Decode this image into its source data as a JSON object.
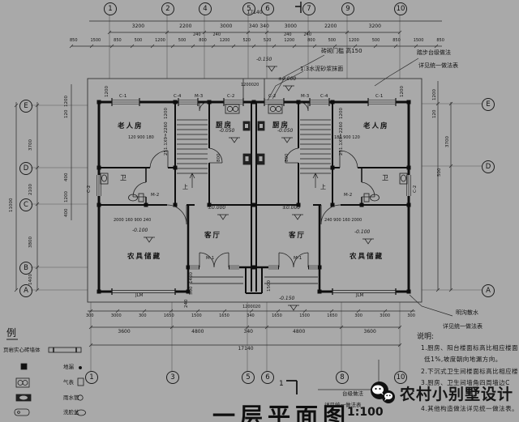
{
  "meta": {
    "title": "一层平面图",
    "scale": "1:100"
  },
  "watermark": {
    "text": "农村小别墅设计",
    "icon": "wechat-icon"
  },
  "grid": {
    "top": [
      "1",
      "2",
      "4",
      "5",
      "6",
      "7",
      "9",
      "10"
    ],
    "bottom": [
      "1",
      "3",
      "5",
      "6",
      "8",
      "10"
    ],
    "left": [
      "E",
      "D",
      "C",
      "B",
      "A"
    ],
    "right": [
      "E",
      "D",
      "A"
    ]
  },
  "dims": {
    "top_total": "17140",
    "top_main": [
      "3200",
      "2200",
      "3000",
      "340",
      "340",
      "3000",
      "2200",
      "3200"
    ],
    "top_small_left": [
      "240",
      "240"
    ],
    "top_small_right": [
      "240",
      "240"
    ],
    "top_detail": [
      "850",
      "1500",
      "850",
      "500",
      "1200",
      "500",
      "800",
      "1200",
      "520",
      "520",
      "1200",
      "800",
      "500",
      "1200",
      "500",
      "850",
      "1500",
      "850"
    ],
    "bottom_detail": [
      "300",
      "3000",
      "300",
      "1650",
      "1500",
      "1650",
      "340",
      "1650",
      "1500",
      "1650",
      "300",
      "3000",
      "300"
    ],
    "bottom_main": [
      "3600",
      "4800",
      "340",
      "4800",
      "3600"
    ],
    "bottom_total": "17140",
    "left_main": [
      "3700",
      "2100",
      "3800",
      "1400"
    ],
    "left_total": "11000",
    "left_detail": [
      "1200",
      "120",
      "400",
      "1200",
      "400"
    ],
    "right_detail": [
      "1200",
      "120",
      "500"
    ],
    "right_main": "3700"
  },
  "inplan": {
    "bed_l": "120 900 180",
    "bed_r": "180 900 120",
    "sto_l": "2000 160 900 240",
    "sto_r": "240 900 160 2000",
    "v800": "800",
    "v1400": "1400",
    "v500": "500",
    "v240": "240",
    "v1500": "1500",
    "v1200": "1200"
  },
  "levels": {
    "zero": "±0.000",
    "kitchen": "-0.050",
    "storage": "-0.100",
    "outdoor": "-0.150",
    "center_dim": "1200020"
  },
  "tags": {
    "c1": "C-1",
    "c2": "C-2",
    "c4": "C-4",
    "m1": "M-1",
    "m2": "M-2",
    "m3": "M-3",
    "jlm": "JLM"
  },
  "rooms": {
    "bedroom": "老人房",
    "kitchen": "厨房",
    "living": "客厅",
    "storage": "农具储藏",
    "bath": "卫",
    "up": "上",
    "stair_note": "251.1X9=2260",
    "stair_dim": "1200"
  },
  "ann": {
    "door_sill": "砖砌门槛 高150",
    "mortar": "1:3水泥砂浆抹面",
    "steps_top": "踏步台级做法",
    "gutter": "明沟散水",
    "steps_bottom": "台级做法",
    "see_table": "详见统一做法表",
    "section": "1"
  },
  "notes": {
    "heading": "说明:",
    "lines": [
      "1.厨房、阳台楼面标高比相应楼面",
      "低1%,坡度朝向地漏方向。",
      "2.下沉式卫生间楼面标高比相应楼",
      "3.厨房、卫生间墙角四周墙边C",
      "4.其他构造做法详见统一做法表。"
    ]
  },
  "legend": {
    "heading": "例",
    "wall_label": "页岩实心砖墙体",
    "labels": [
      "地漏",
      "气表",
      "雨水管",
      "洗脸盆"
    ]
  }
}
